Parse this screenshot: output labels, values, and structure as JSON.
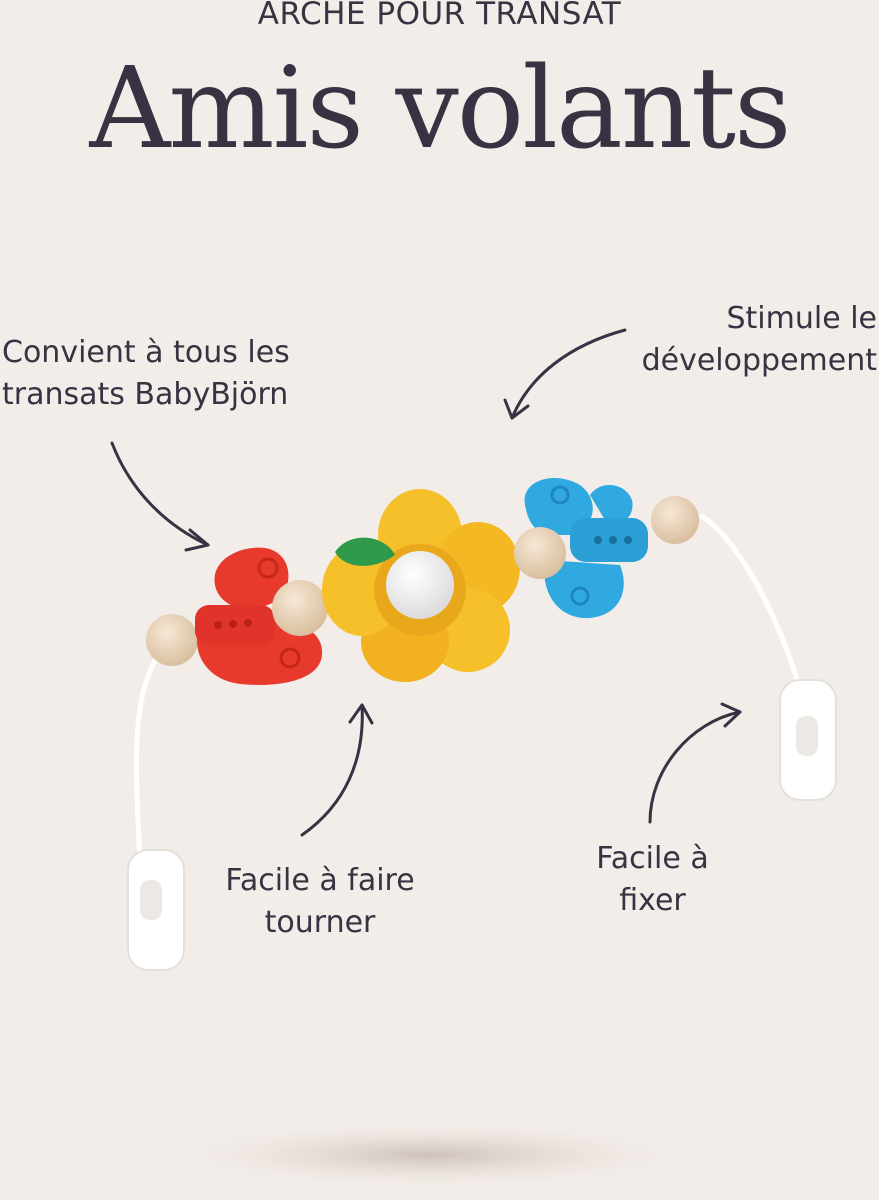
{
  "header": {
    "eyebrow": "ARCHE POUR TRANSAT",
    "title": "Amis volants"
  },
  "callouts": {
    "fits": {
      "line1": "Convient à tous les",
      "line2": "transats BabyBjörn"
    },
    "development": {
      "line1": "Stimule le",
      "line2": "développement"
    },
    "rotate": {
      "line1": "Facile à faire",
      "line2": "tourner"
    },
    "attach": {
      "line1": "Facile à",
      "line2": "fixer"
    }
  },
  "colors": {
    "background": "#f3ede9",
    "text": "#3a3142",
    "butterfly_left": "#e83a2c",
    "flower": "#f6c02a",
    "leaf": "#2f9a4a",
    "butterfly_right": "#2fa9e0",
    "wood": "#e8d3b8",
    "clip": "#ffffff"
  }
}
